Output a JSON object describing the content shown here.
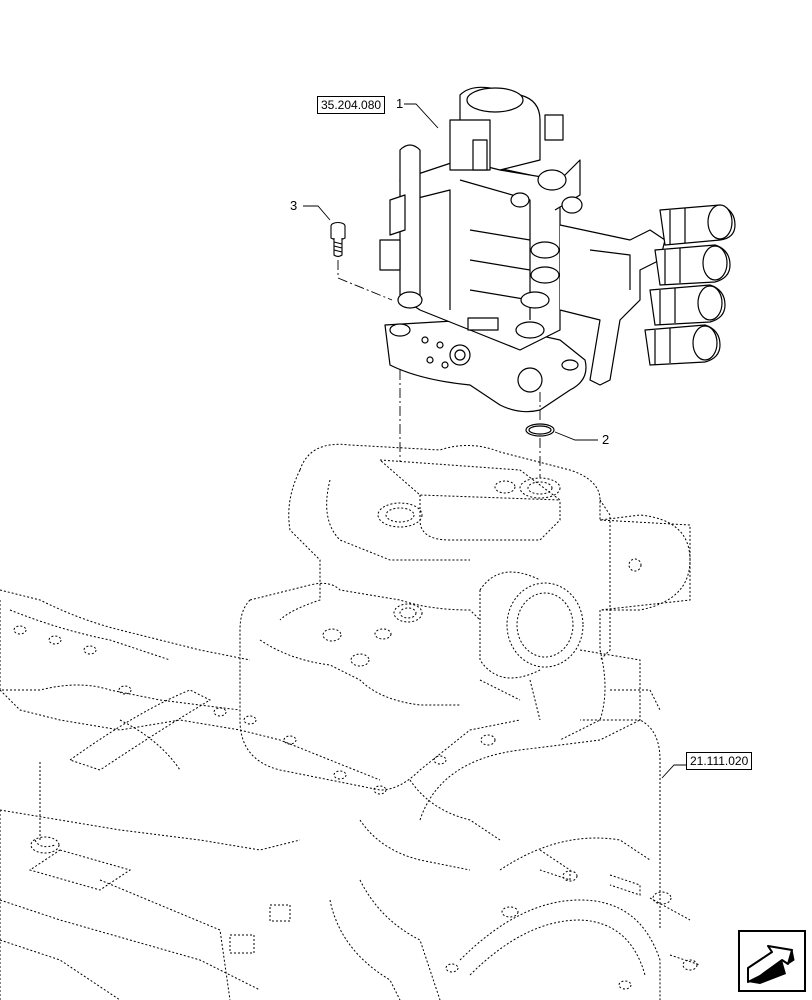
{
  "references": {
    "valve_group_ref": "35.204.080",
    "transmission_ref": "21.111.020"
  },
  "callouts": {
    "item_1": "1",
    "item_2": "2",
    "item_3": "3"
  },
  "icons": {
    "nav_arrow": "next-page-arrow-icon"
  },
  "colors": {
    "line": "#000000",
    "background": "#ffffff"
  }
}
